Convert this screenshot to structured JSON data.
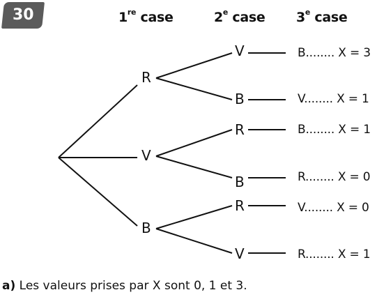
{
  "exercise_number": "30",
  "headers": {
    "col1": {
      "num": "1",
      "sup": "re",
      "word": "case"
    },
    "col2": {
      "num": "2",
      "sup": "e",
      "word": "case"
    },
    "col3": {
      "num": "3",
      "sup": "e",
      "word": "case"
    }
  },
  "tree": {
    "level1": [
      "R",
      "V",
      "B"
    ],
    "level2": [
      "V",
      "B",
      "R",
      "B",
      "R",
      "V"
    ],
    "outcomes": [
      "B........ X = 3",
      "V........ X = 1",
      "B........ X = 1",
      "R........ X = 0",
      "V........ X = 0",
      "R........ X = 1"
    ]
  },
  "answer": {
    "label": "a)",
    "text": " Les valeurs prises par X sont 0, 1 et 3."
  }
}
